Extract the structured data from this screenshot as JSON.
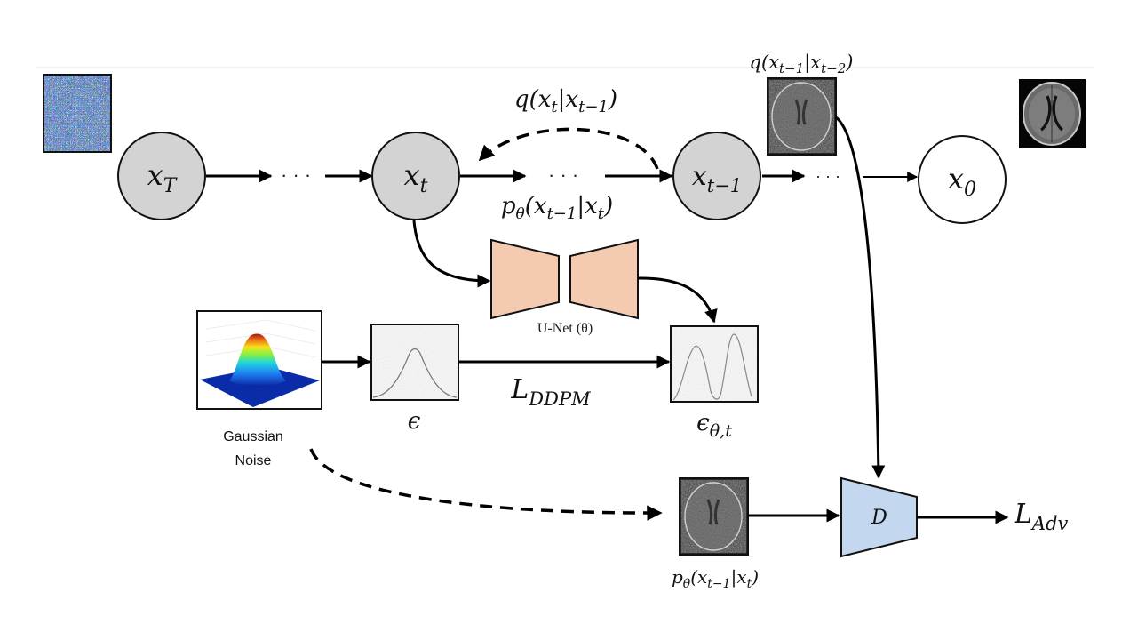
{
  "diagram": {
    "title": "DDPM with adversarial discriminator",
    "colors": {
      "latent_node_fill": "#d3d3d3",
      "clean_node_fill": "#ffffff",
      "unet_fill": "#f4cbb0",
      "discriminator_fill": "#c3d8ee",
      "line": "#000000",
      "separator": "#eeeeee"
    },
    "nodes": {
      "x_T": {
        "base": "x",
        "sub": "T"
      },
      "x_t": {
        "base": "x",
        "sub": "t"
      },
      "x_t_minus_1": {
        "base": "x",
        "sub": "t−1"
      },
      "x_0": {
        "base": "x",
        "sub": "0"
      }
    },
    "labels": {
      "forward_q": {
        "fn": "q(",
        "a": "x",
        "a_sub": "t",
        "bar": "|",
        "b": "x",
        "b_sub": "t−1",
        "close": ")"
      },
      "reverse_p": {
        "fn": "p",
        "fn_sub": "θ",
        "open": "(",
        "a": "x",
        "a_sub": "t−1",
        "bar": "|",
        "b": "x",
        "b_sub": "t",
        "close": ")"
      },
      "top_q": {
        "fn": "q(",
        "a": "x",
        "a_sub": "t−1",
        "bar": "|",
        "b": "x",
        "b_sub": "t−2",
        "close": ")"
      },
      "bottom_p": {
        "fn": "p",
        "fn_sub": "θ",
        "open": "(",
        "a": "x",
        "a_sub": "t−1",
        "bar": "|",
        "b": "x",
        "b_sub": "t",
        "close": ")"
      },
      "unet": "U-Net (θ)",
      "gaussian_line1": "Gaussian",
      "gaussian_line2": "Noise",
      "epsilon": "ϵ",
      "epsilon_pred": {
        "base": "ϵ",
        "sub": "θ,t"
      },
      "loss_ddpm": {
        "base": "L",
        "sub": "DDPM"
      },
      "discriminator": "D",
      "loss_adv": {
        "base": "L",
        "sub": "Adv"
      },
      "ellipsis": "· · ·"
    },
    "images": {
      "noise_thumb": "rgb-noise-image",
      "mri_noisy_thumb": "noisy-brain-mri-image",
      "mri_clean_thumb": "clean-brain-mri-image",
      "mri_pred_thumb": "predicted-brain-mri-image",
      "gaussian_plot": "3d-gaussian-surface-plot",
      "eps_plot": "single-peak-noise-plot",
      "eps_pred_plot": "double-peak-noise-plot"
    }
  }
}
